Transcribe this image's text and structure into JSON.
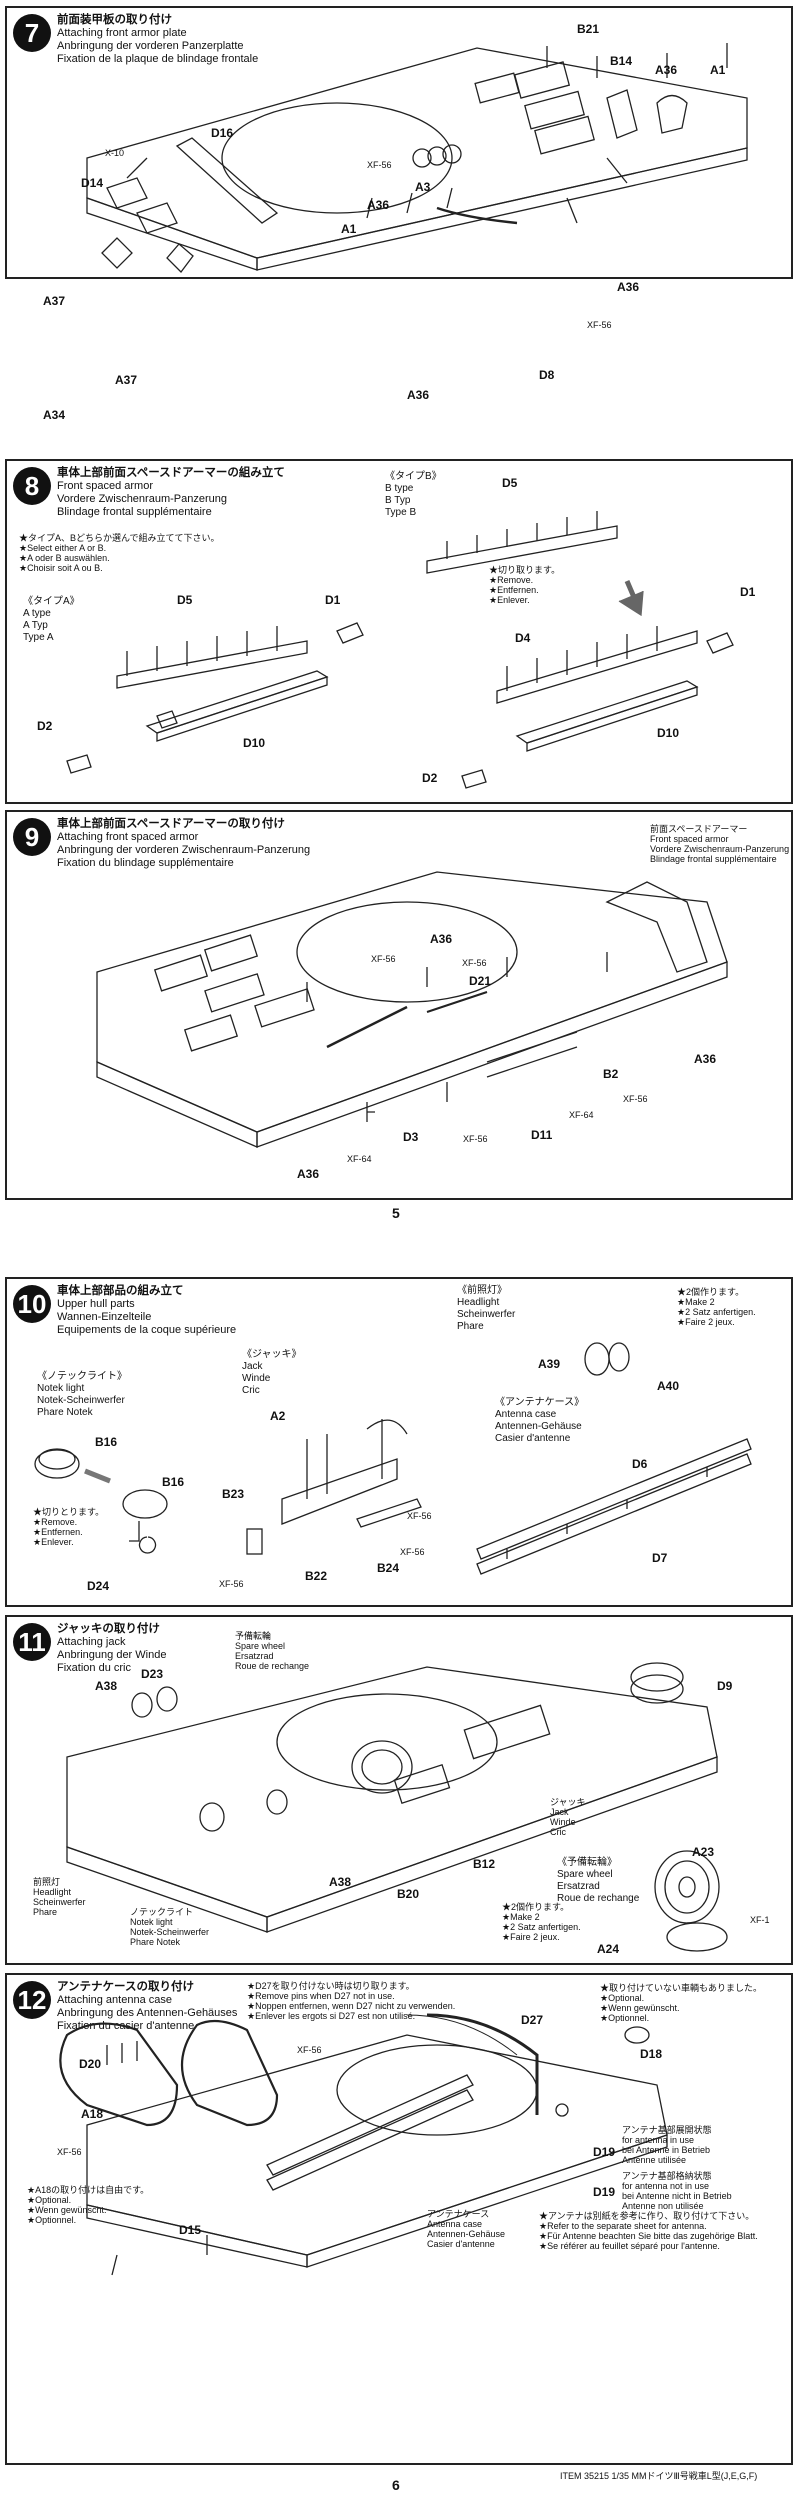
{
  "step7": {
    "num": "7",
    "title_jp": "前面装甲板の取り付け",
    "title_en": "Attaching front armor plate",
    "title_de": "Anbringung der vorderen Panzerplatte",
    "title_fr": "Fixation de la plaque de blindage frontale",
    "labels": [
      "B21",
      "B14",
      "A36",
      "A1",
      "X-10",
      "D16",
      "D14",
      "XF-56",
      "A3",
      "A36",
      "A1",
      "A36",
      "A37",
      "A37",
      "A34",
      "D8",
      "XF-56",
      "A36"
    ]
  },
  "step8": {
    "num": "8",
    "title_jp": "車体上部前面スペースドアーマーの組み立て",
    "title_en": "Front spaced armor",
    "title_de": "Vordere Zwischenraum-Panzerung",
    "title_fr": "Blindage frontal supplémentaire",
    "note_jp": "★タイプA、Bどちらか選んで組み立てて下さい。",
    "note_en": "★Select either A or B.",
    "note_de": "★A oder B auswählen.",
    "note_fr": "★Choisir soit A ou B.",
    "typeA_jp": "《タイプA》",
    "typeA_en": "A type",
    "typeA_de": "A Typ",
    "typeA_fr": "Type A",
    "typeB_jp": "《タイプB》",
    "typeB_en": "B type",
    "typeB_de": "B Typ",
    "typeB_fr": "Type B",
    "remove_jp": "★切り取ります。",
    "remove_en": "★Remove.",
    "remove_de": "★Entfernen.",
    "remove_fr": "★Enlever.",
    "labels": [
      "D5",
      "D1",
      "D2",
      "D10",
      "D5",
      "D1",
      "D4",
      "D2",
      "D10"
    ]
  },
  "step9": {
    "num": "9",
    "title_jp": "車体上部前面スペースドアーマーの取り付け",
    "title_en": "Attaching front spaced armor",
    "title_de": "Anbringung der vorderen Zwischenraum-Panzerung",
    "title_fr": "Fixation du blindage supplémentaire",
    "callout_jp": "前面スペースドアーマー",
    "callout_en": "Front spaced armor",
    "callout_de": "Vordere Zwischenraum-Panzerung",
    "callout_fr": "Blindage frontal supplémentaire",
    "labels": [
      "A36",
      "XF-56",
      "XF-56",
      "D21",
      "A36",
      "B2",
      "XF-56",
      "D3",
      "D11",
      "XF-64",
      "XF-64",
      "XF-56",
      "A36"
    ]
  },
  "page5": "5",
  "step10": {
    "num": "10",
    "title_jp": "車体上部部品の組み立て",
    "title_en": "Upper hull parts",
    "title_de": "Wannen-Einzelteile",
    "title_fr": "Equipements de la coque supérieure",
    "headlight_jp": "《前照灯》",
    "headlight_en": "Headlight",
    "headlight_de": "Scheinwerfer",
    "headlight_fr": "Phare",
    "make2_jp": "★2個作ります。",
    "make2_en": "★Make 2",
    "make2_de": "★2 Satz anfertigen.",
    "make2_fr": "★Faire 2 jeux.",
    "notek_jp": "《ノテックライト》",
    "notek_en": "Notek light",
    "notek_de": "Notek-Scheinwerfer",
    "notek_fr": "Phare Notek",
    "jack_jp": "《ジャッキ》",
    "jack_en": "Jack",
    "jack_de": "Winde",
    "jack_fr": "Cric",
    "antenna_jp": "《アンテナケース》",
    "antenna_en": "Antenna case",
    "antenna_de": "Antennen-Gehäuse",
    "antenna_fr": "Casier d'antenne",
    "remove_jp": "★切りとります。",
    "remove_en": "★Remove.",
    "remove_de": "★Entfernen.",
    "remove_fr": "★Enlever.",
    "labels": [
      "A39",
      "A40",
      "B16",
      "B16",
      "A2",
      "B23",
      "D24",
      "B22",
      "B24",
      "XF-56",
      "XF-56",
      "XF-56",
      "D6",
      "D7"
    ]
  },
  "step11": {
    "num": "11",
    "title_jp": "ジャッキの取り付け",
    "title_en": "Attaching jack",
    "title_de": "Anbringung der Winde",
    "title_fr": "Fixation du cric",
    "spare_jp": "予備転輪",
    "spare_en": "Spare wheel",
    "spare_de": "Ersatzrad",
    "spare_fr": "Roue de rechange",
    "headlight_jp": "前照灯",
    "headlight_en": "Headlight",
    "headlight_de": "Scheinwerfer",
    "headlight_fr": "Phare",
    "notek_jp": "ノテックライト",
    "notek_en": "Notek light",
    "notek_de": "Notek-Scheinwerfer",
    "notek_fr": "Phare Notek",
    "jack_jp": "ジャッキ",
    "jack_en": "Jack",
    "jack_de": "Winde",
    "jack_fr": "Cric",
    "spare2_jp": "《予備転輪》",
    "spare2_en": "Spare wheel",
    "spare2_de": "Ersatzrad",
    "spare2_fr": "Roue de rechange",
    "make2_jp": "★2個作ります。",
    "make2_en": "★Make 2",
    "make2_de": "★2 Satz anfertigen.",
    "make2_fr": "★Faire 2 jeux.",
    "labels": [
      "A38",
      "D23",
      "D9",
      "B20",
      "B12",
      "A38",
      "A23",
      "A24",
      "XF-1"
    ]
  },
  "step12": {
    "num": "12",
    "title_jp": "アンテナケースの取り付け",
    "title_en": "Attaching antenna case",
    "title_de": "Anbringung des Antennen-Gehäuses",
    "title_fr": "Fixation du casier d'antenne",
    "d27note_jp": "★D27を取り付けない時は切り取ります。",
    "d27note_en": "★Remove pins when D27 not in use.",
    "d27note_de": "★Noppen entfernen, wenn D27 nicht zu verwenden.",
    "d27note_fr": "★Enlever les ergots si D27 est non utilisé.",
    "optional_jp": "★取り付けていない車輌もありました。",
    "optional_en": "★Optional.",
    "optional_de": "★Wenn gewünscht.",
    "optional_fr": "★Optionnel.",
    "a18note_jp": "★A18の取り付けは自由です。",
    "a18note_en": "★Optional.",
    "a18note_de": "★Wenn gewünscht.",
    "a18note_fr": "★Optionnel.",
    "inuse_jp": "アンテナ基部展開状態",
    "inuse_en": "for antenna in use",
    "inuse_de": "bei Antenne in Betrieb",
    "inuse_fr": "Antenne utilisée",
    "notuse_jp": "アンテナ基部格納状態",
    "notuse_en": "for antenna not in use",
    "notuse_de": "bei Antenne nicht in Betrieb",
    "notuse_fr": "Antenne non utilisée",
    "case_jp": "アンテナケース",
    "case_en": "Antenna case",
    "case_de": "Antennen-Gehäuse",
    "case_fr": "Casier d'antenne",
    "refer_jp": "★アンテナは別紙を参考に作り、取り付けて下さい。",
    "refer_en": "★Refer to the separate sheet for antenna.",
    "refer_de": "★Für Antenne beachten Sie bitte das zugehörige Blatt.",
    "refer_fr": "★Se référer au feuillet séparé pour l'antenne.",
    "labels": [
      "D27",
      "D18",
      "D20",
      "XF-56",
      "A18",
      "XF-56",
      "D19",
      "D19",
      "D15"
    ]
  },
  "page6": "6",
  "footer": "ITEM 35215  1/35 MMドイツⅢ号戦車L型(J,E,G,F)"
}
